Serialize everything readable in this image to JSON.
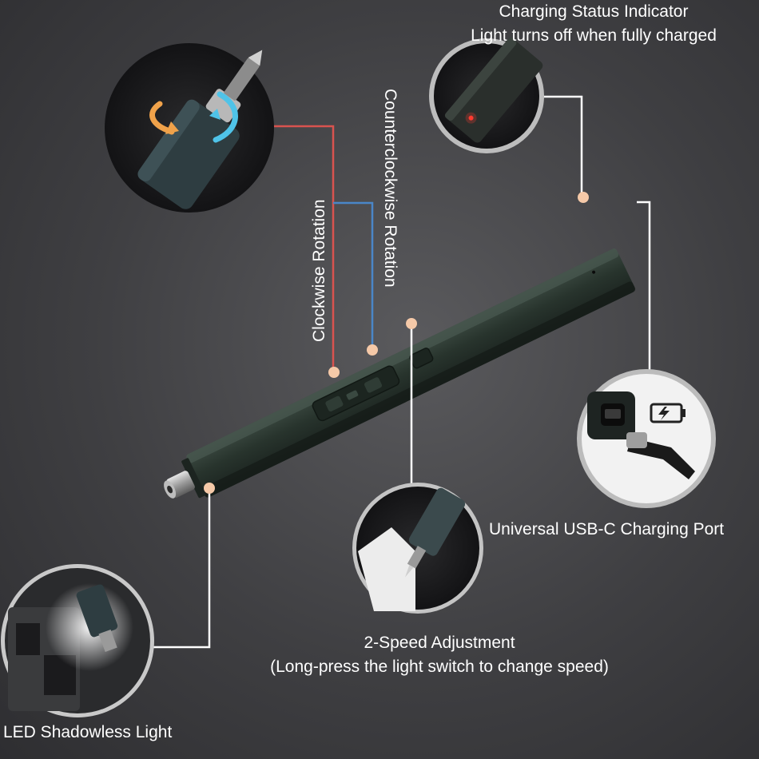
{
  "colors": {
    "background": "#48484b",
    "body_green": "#2d3a33",
    "line_red": "#d9534f",
    "line_blue": "#4a86c8",
    "line_white": "#ffffff",
    "dot": "#f5c9a8"
  },
  "labels": {
    "charging_title": "Charging Status Indicator",
    "charging_sub": "Light turns off when fully charged",
    "clockwise": "Clockwise Rotation",
    "counterclockwise": "Counterclockwise Rotation",
    "usb": "Universal USB-C Charging Port",
    "speed_title": "2-Speed Adjustment",
    "speed_sub": "(Long-press the light switch to change speed)",
    "led": "LED Shadowless Light"
  },
  "icons": [
    "rotation-arrows-icon",
    "battery-charging-icon"
  ]
}
